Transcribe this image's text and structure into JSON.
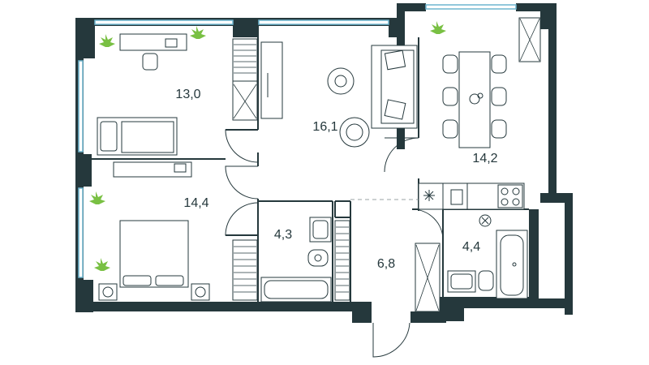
{
  "plan": {
    "rooms": [
      {
        "id": "bedroom-top",
        "area": "13,0"
      },
      {
        "id": "living-room",
        "area": "16,1"
      },
      {
        "id": "kitchen-dining",
        "area": "14,2"
      },
      {
        "id": "bedroom-bottom",
        "area": "14,4"
      },
      {
        "id": "bathroom-left",
        "area": "4,3"
      },
      {
        "id": "hallway",
        "area": "6,8"
      },
      {
        "id": "bathroom-right",
        "area": "4,4"
      }
    ],
    "colors": {
      "wall": "#25383c",
      "window": "#6fb6cf",
      "plant": "#79c043"
    }
  }
}
